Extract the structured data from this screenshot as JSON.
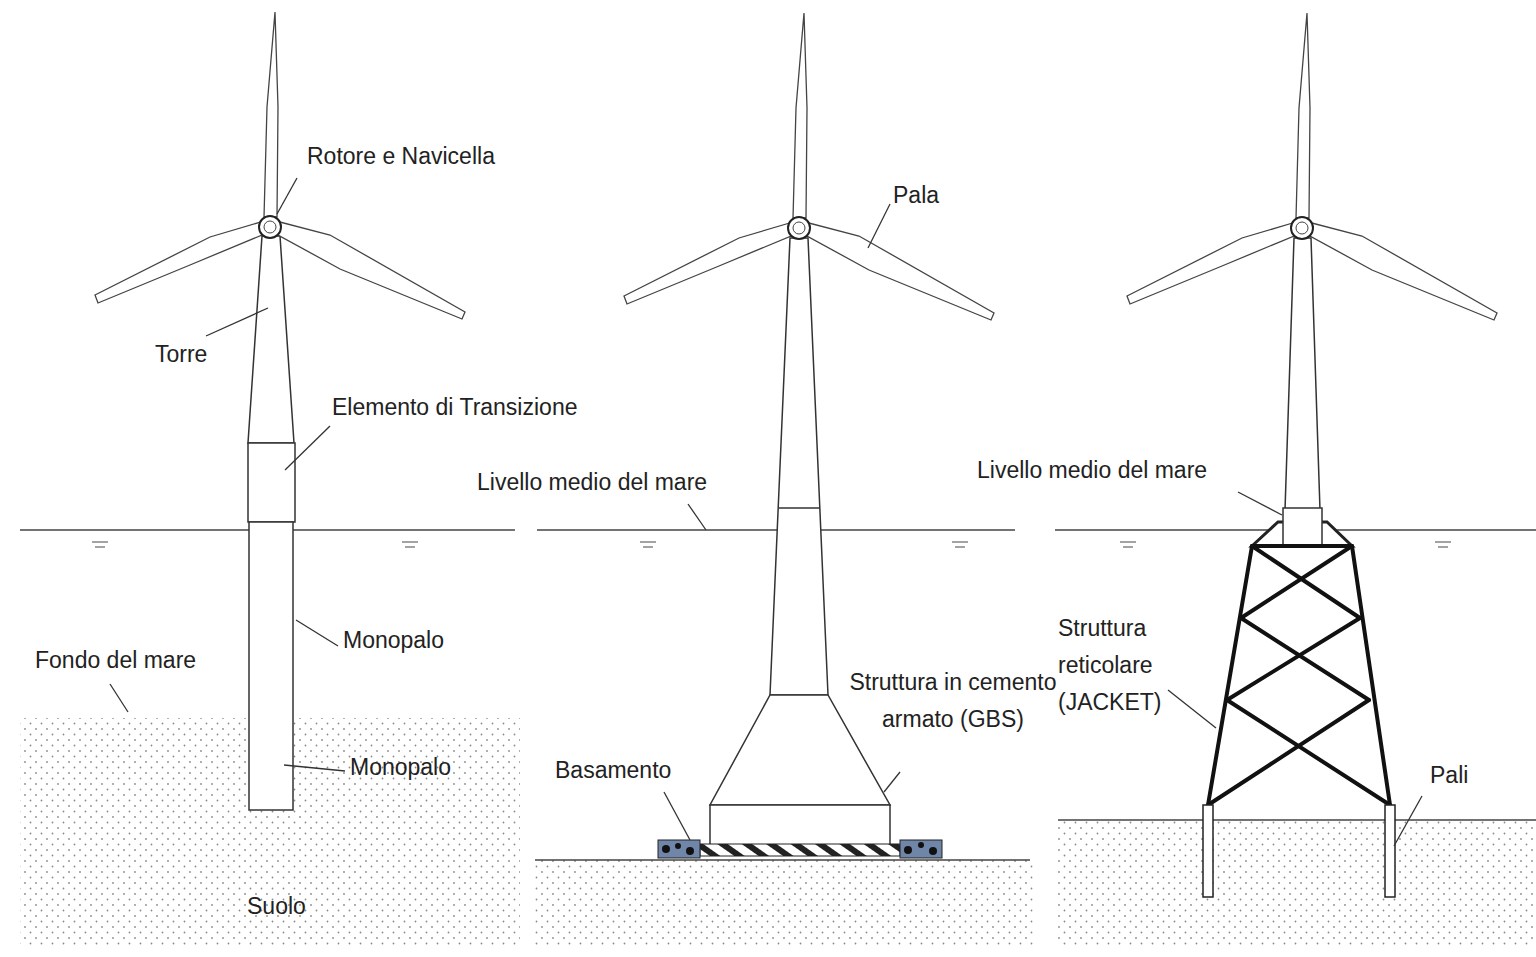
{
  "diagram": {
    "labels": [
      "Rotore e Navicella",
      "Torre",
      "Elemento di Transizione",
      "Monopalo",
      "Fondo del mare",
      "Monopalo",
      "Suolo",
      "Pala",
      "Livello medio del mare",
      "Struttura in cemento armato (GBS)",
      "Basamento",
      "Livello medio del mare",
      "Struttura reticolare (JACKET)",
      "Pali"
    ]
  }
}
